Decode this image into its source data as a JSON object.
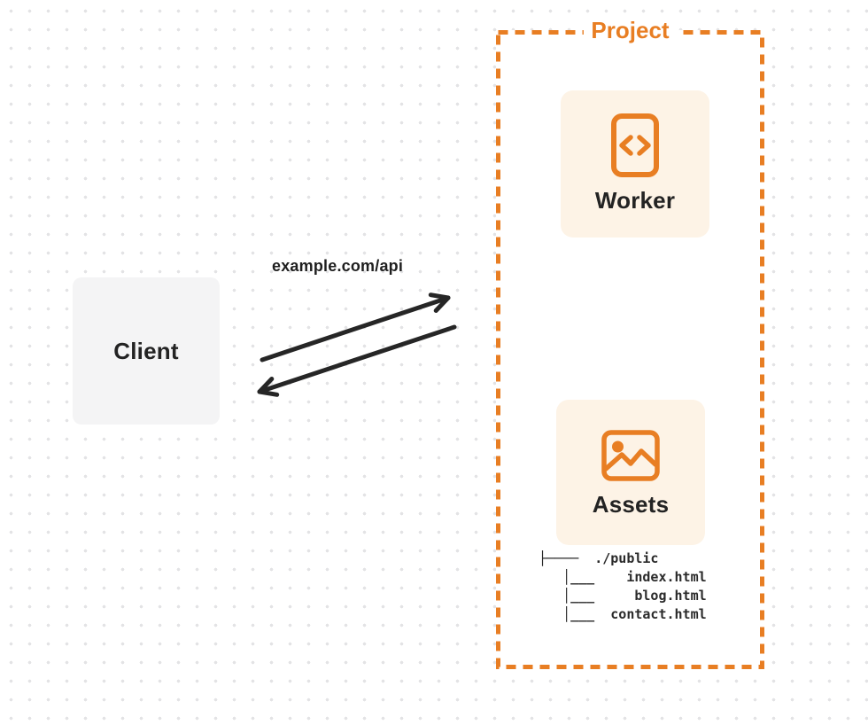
{
  "project": {
    "label": "Project"
  },
  "worker": {
    "label": "Worker",
    "icon": "code-file-icon"
  },
  "assets": {
    "label": "Assets",
    "icon": "image-icon"
  },
  "client": {
    "label": "Client"
  },
  "request": {
    "label": "example.com/api"
  },
  "file_tree": {
    "lines": [
      "├────  ./public",
      "   │___    index.html",
      "   │___     blog.html",
      "   │___  contact.html"
    ]
  },
  "colors": {
    "accent_orange": "#E87E23",
    "panel_cream": "#FDF3E6",
    "client_gray": "#F4F4F5",
    "ink_dark": "#232323",
    "arrow_dark": "#262626"
  }
}
